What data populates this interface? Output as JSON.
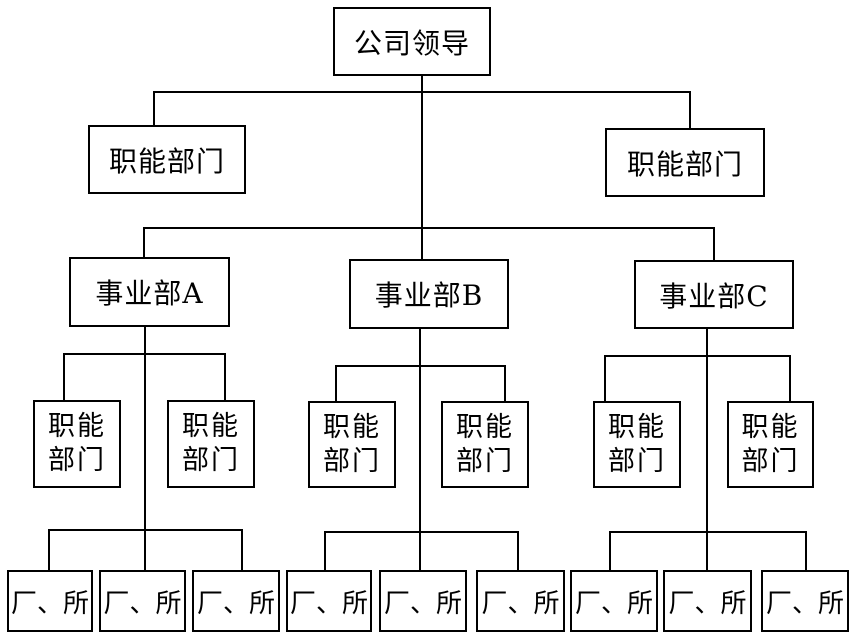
{
  "chart": {
    "root": {
      "label": "公司领导"
    },
    "top_functional": [
      {
        "label": "职能部门"
      },
      {
        "label": "职能部门"
      }
    ],
    "divisions": [
      {
        "label": "事业部A",
        "functional": [
          {
            "label": "职能部门"
          },
          {
            "label": "职能部门"
          }
        ],
        "units": [
          {
            "label": "厂、所"
          },
          {
            "label": "厂、所"
          },
          {
            "label": "厂、所"
          }
        ]
      },
      {
        "label": "事业部B",
        "functional": [
          {
            "label": "职能部门"
          },
          {
            "label": "职能部门"
          }
        ],
        "units": [
          {
            "label": "厂、所"
          },
          {
            "label": "厂、所"
          },
          {
            "label": "厂、所"
          }
        ]
      },
      {
        "label": "事业部C",
        "functional": [
          {
            "label": "职能部门"
          },
          {
            "label": "职能部门"
          }
        ],
        "units": [
          {
            "label": "厂、所"
          },
          {
            "label": "厂、所"
          },
          {
            "label": "厂、所"
          }
        ]
      }
    ]
  }
}
